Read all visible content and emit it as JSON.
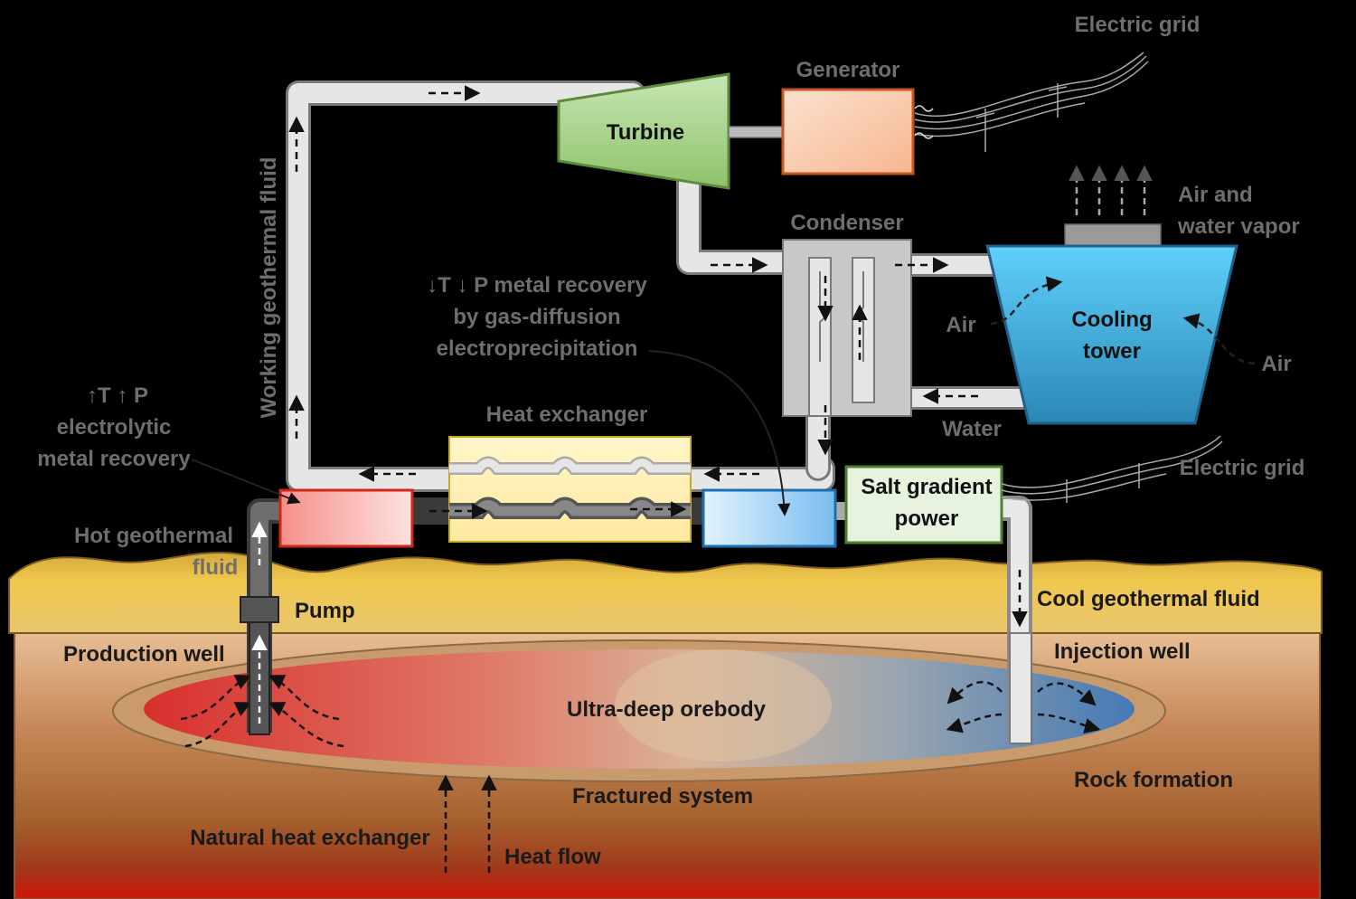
{
  "labels": {
    "electric_grid_top": "Electric grid",
    "generator": "Generator",
    "turbine": "Turbine",
    "air_water_vapor_1": "Air and",
    "air_water_vapor_2": "water vapor",
    "condenser": "Condenser",
    "low_tp_1": "↓T ↓ P metal recovery",
    "low_tp_2": "by gas-diffusion",
    "low_tp_3": "electroprecipitation",
    "working_fluid": "Working geothermal fluid",
    "air_left": "Air",
    "air_right": "Air",
    "cooling_tower_1": "Cooling",
    "cooling_tower_2": "tower",
    "high_tp_1": "↑T ↑ P",
    "high_tp_2": "electrolytic",
    "high_tp_3": "metal recovery",
    "heat_exchanger": "Heat exchanger",
    "water": "Water",
    "salt_gradient_1": "Salt gradient",
    "salt_gradient_2": "power",
    "electric_grid_right": "Electric grid",
    "hot_fluid_1": "Hot geothermal",
    "hot_fluid_2": "fluid",
    "pump": "Pump",
    "cool_fluid": "Cool geothermal fluid",
    "production_well": "Production well",
    "injection_well": "Injection well",
    "orebody": "Ultra-deep orebody",
    "rock_formation": "Rock formation",
    "fractured_system": "Fractured system",
    "natural_heat_exchanger": "Natural heat exchanger",
    "heat_flow": "Heat flow"
  },
  "colors": {
    "background": "#000000",
    "turbine_fill": "#a9d18e",
    "generator_fill": "#fbd1b4",
    "cooling_tower_fill": "#46b4e6",
    "heat_exchanger_fill": "#fff2b3",
    "recovery_hot_fill": "#f4a6a2",
    "recovery_cold_fill": "#9fd0f5",
    "salt_gradient_fill": "#e2efd9",
    "soil_top": "#e8c14a",
    "rock_deep": "#c0190e"
  }
}
